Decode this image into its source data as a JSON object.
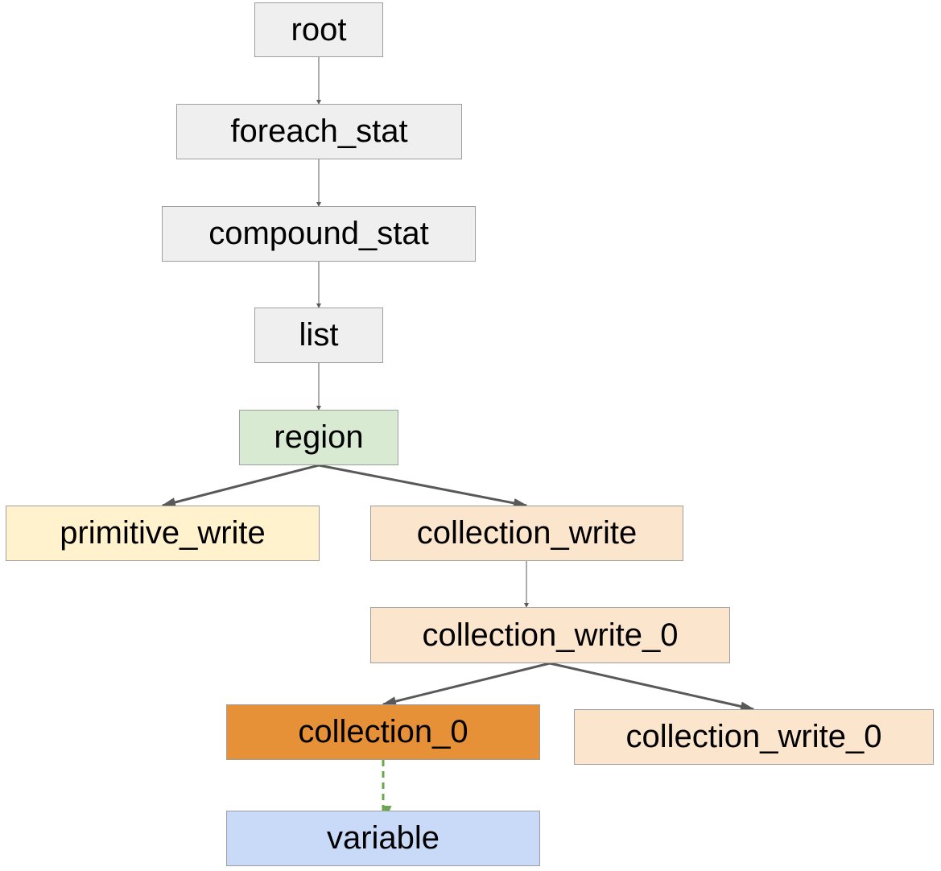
{
  "diagram": {
    "nodes": {
      "root": {
        "label": "root",
        "fill": "#efefef"
      },
      "foreach_stat": {
        "label": "foreach_stat",
        "fill": "#efefef"
      },
      "compound_stat": {
        "label": "compound_stat",
        "fill": "#efefef"
      },
      "list": {
        "label": "list",
        "fill": "#efefef"
      },
      "region": {
        "label": "region",
        "fill": "#d9ead3"
      },
      "primitive_write": {
        "label": "primitive_write",
        "fill": "#fff2cc"
      },
      "collection_write": {
        "label": "collection_write",
        "fill": "#fce5cd"
      },
      "collection_write_0": {
        "label": "collection_write_0",
        "fill": "#fce5cd"
      },
      "collection_0": {
        "label": "collection_0",
        "fill": "#e69138"
      },
      "collection_write_0_b": {
        "label": "collection_write_0",
        "fill": "#fce5cd"
      },
      "variable": {
        "label": "variable",
        "fill": "#c9daf8"
      }
    },
    "edges": [
      {
        "from": "root",
        "to": "foreach_stat",
        "style": "solid-thin"
      },
      {
        "from": "foreach_stat",
        "to": "compound_stat",
        "style": "solid-thin"
      },
      {
        "from": "compound_stat",
        "to": "list",
        "style": "solid-thin"
      },
      {
        "from": "list",
        "to": "region",
        "style": "solid-thin"
      },
      {
        "from": "region",
        "to": "primitive_write",
        "style": "solid"
      },
      {
        "from": "region",
        "to": "collection_write",
        "style": "solid"
      },
      {
        "from": "collection_write",
        "to": "collection_write_0",
        "style": "solid-thin"
      },
      {
        "from": "collection_write_0",
        "to": "collection_0",
        "style": "solid"
      },
      {
        "from": "collection_write_0",
        "to": "collection_write_0_b",
        "style": "solid"
      },
      {
        "from": "collection_0",
        "to": "variable",
        "style": "dashed"
      }
    ],
    "colors": {
      "edge": "#595959",
      "dashed_edge": "#6aa84f",
      "node_border": "#9e9e9e"
    }
  }
}
